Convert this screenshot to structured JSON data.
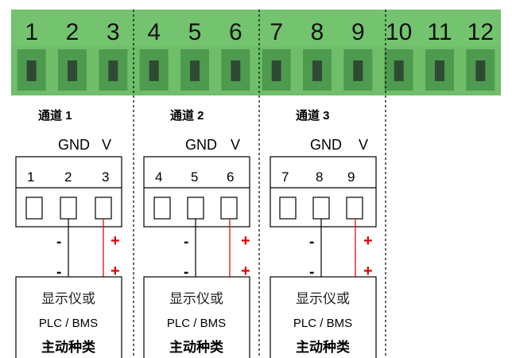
{
  "terminal_block": {
    "color": "#6fbf6a",
    "slot_color": "#4e9a4f",
    "numbers": [
      "1",
      "2",
      "3",
      "4",
      "5",
      "6",
      "7",
      "8",
      "9",
      "10",
      "11",
      "12"
    ]
  },
  "channels": [
    {
      "title": "通道 1",
      "gnd_label": "GND",
      "v_label": "V",
      "pins": [
        "1",
        "2",
        "3"
      ],
      "minus_labels": [
        "-",
        "-"
      ],
      "plus_labels": [
        "+",
        "+"
      ],
      "device": {
        "line1": "显示仪或",
        "line2": "PLC / BMS",
        "line3": "主动种类"
      }
    },
    {
      "title": "通道 2",
      "gnd_label": "GND",
      "v_label": "V",
      "pins": [
        "4",
        "5",
        "6"
      ],
      "minus_labels": [
        "-",
        "-"
      ],
      "plus_labels": [
        "+",
        "+"
      ],
      "device": {
        "line1": "显示仪或",
        "line2": "PLC / BMS",
        "line3": "主动种类"
      }
    },
    {
      "title": "通道 3",
      "gnd_label": "GND",
      "v_label": "V",
      "pins": [
        "7",
        "8",
        "9"
      ],
      "minus_labels": [
        "-",
        "-"
      ],
      "plus_labels": [
        "+",
        "+"
      ],
      "device": {
        "line1": "显示仪或",
        "line2": "PLC / BMS",
        "line3": "主动种类"
      }
    }
  ],
  "colors": {
    "wire_black": "#000000",
    "wire_red": "#e02020",
    "plus_red": "#e00000"
  }
}
